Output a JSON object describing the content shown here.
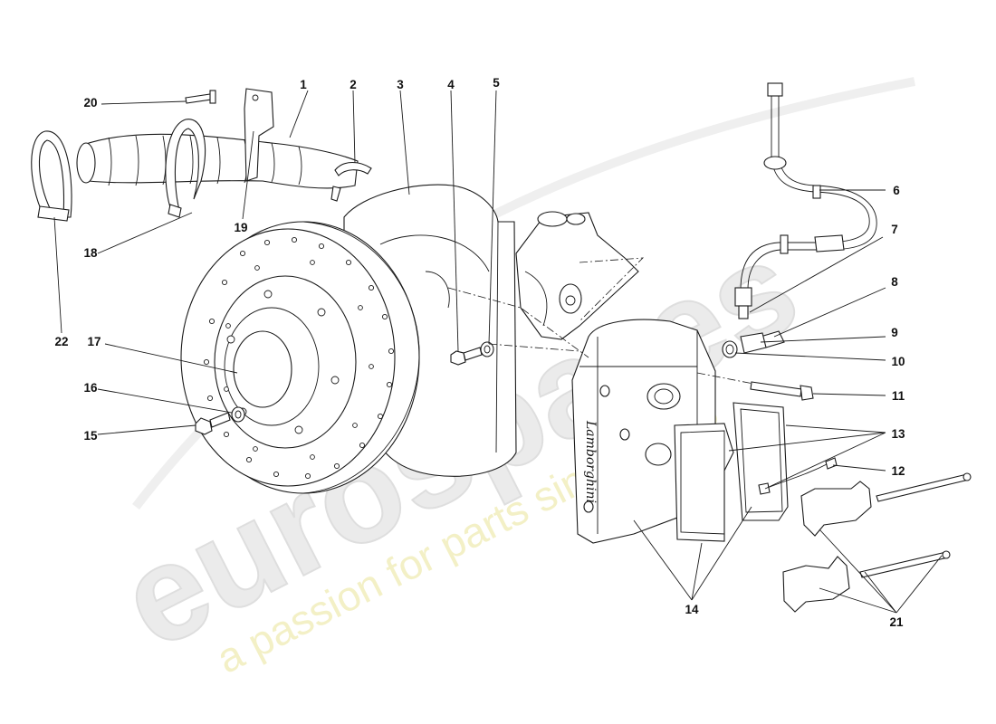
{
  "watermark": {
    "brand": "eurospares",
    "tagline": "a passion for parts since 1985"
  },
  "caliper_logo": "Lamborghini",
  "callouts": [
    "1",
    "2",
    "3",
    "4",
    "5",
    "6",
    "7",
    "8",
    "9",
    "10",
    "11",
    "12",
    "13",
    "14",
    "15",
    "16",
    "17",
    "18",
    "19",
    "20",
    "21",
    "22"
  ]
}
